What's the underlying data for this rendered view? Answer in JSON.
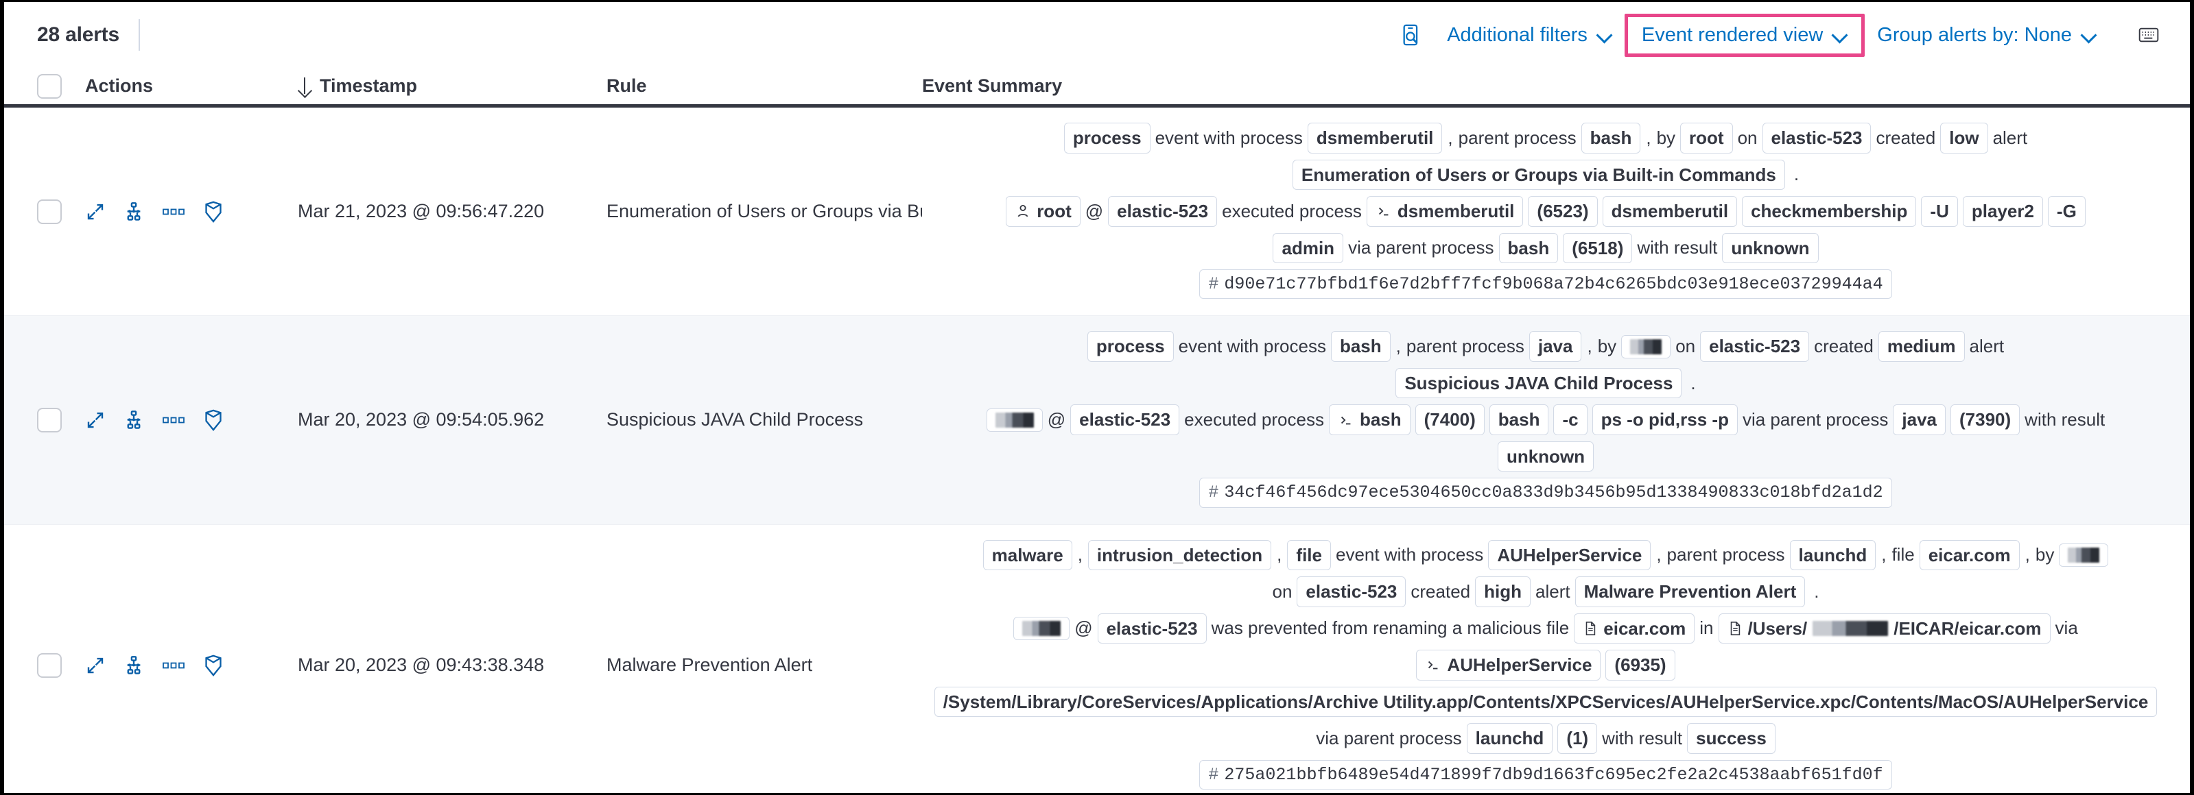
{
  "toolbar": {
    "alert_count": "28 alerts",
    "inspect_icon": "inspect-search-icon",
    "additional_filters": "Additional filters",
    "event_rendered_view": "Event rendered view",
    "group_alerts_by": "Group alerts by: None",
    "keyboard_shortcut_icon": "keyboard-icon",
    "highlight_color": "#e8468a",
    "link_color": "#0071c2"
  },
  "table": {
    "columns": {
      "select_all": "select-all-checkbox",
      "actions": "Actions",
      "timestamp": "Timestamp",
      "timestamp_sort": "descending",
      "rule": "Rule",
      "event_summary": "Event Summary"
    },
    "row_actions": [
      "expand-icon",
      "analyzer-icon",
      "more-actions-icon",
      "session-view-icon"
    ],
    "rows": [
      {
        "timestamp": "Mar 21, 2023 @ 09:56:47.220",
        "rule": "Enumeration of Users or Groups via Bui",
        "severity": "low",
        "summary_lines": [
          [
            {
              "t": "chip",
              "v": "process"
            },
            {
              "t": "txt",
              "v": "event with process"
            },
            {
              "t": "chip",
              "v": "dsmemberutil"
            },
            {
              "t": "comma",
              "v": ","
            },
            {
              "t": "txt",
              "v": "parent process"
            },
            {
              "t": "chip",
              "v": "bash"
            },
            {
              "t": "comma",
              "v": ","
            },
            {
              "t": "txt",
              "v": "by"
            },
            {
              "t": "chip",
              "v": "root"
            },
            {
              "t": "txt",
              "v": "on"
            },
            {
              "t": "chip",
              "v": "elastic-523"
            },
            {
              "t": "txt",
              "v": "created"
            },
            {
              "t": "chip",
              "v": "low"
            },
            {
              "t": "txt",
              "v": "alert"
            }
          ],
          [
            {
              "t": "chip",
              "v": "Enumeration of Users or Groups via Built-in Commands"
            },
            {
              "t": "period",
              "v": "."
            }
          ],
          [
            {
              "t": "chip",
              "v": "root",
              "icon": "user-icon"
            },
            {
              "t": "txt",
              "v": "@"
            },
            {
              "t": "chip",
              "v": "elastic-523"
            },
            {
              "t": "txt",
              "v": "executed process"
            },
            {
              "t": "chip",
              "v": "dsmemberutil",
              "icon": "console-icon"
            },
            {
              "t": "chip",
              "v": "(6523)"
            },
            {
              "t": "chip",
              "v": "dsmemberutil"
            },
            {
              "t": "chip",
              "v": "checkmembership"
            },
            {
              "t": "chip",
              "v": "-U"
            },
            {
              "t": "chip",
              "v": "player2"
            },
            {
              "t": "chip",
              "v": "-G"
            }
          ],
          [
            {
              "t": "chip",
              "v": "admin"
            },
            {
              "t": "txt",
              "v": "via parent process"
            },
            {
              "t": "chip",
              "v": "bash"
            },
            {
              "t": "chip",
              "v": "(6518)"
            },
            {
              "t": "txt",
              "v": "with result"
            },
            {
              "t": "chip",
              "v": "unknown"
            }
          ],
          [
            {
              "t": "chip-hash",
              "v": "d90e71c77bfbd1f6e7d2bff7fcf9b068a72b4c6265bdc03e918ece03729944a4"
            }
          ]
        ]
      },
      {
        "timestamp": "Mar 20, 2023 @ 09:54:05.962",
        "rule": "Suspicious JAVA Child Process",
        "severity": "medium",
        "summary_lines": [
          [
            {
              "t": "chip",
              "v": "process"
            },
            {
              "t": "txt",
              "v": "event with process"
            },
            {
              "t": "chip",
              "v": "bash"
            },
            {
              "t": "comma",
              "v": ","
            },
            {
              "t": "txt",
              "v": "parent process"
            },
            {
              "t": "chip",
              "v": "java"
            },
            {
              "t": "comma",
              "v": ","
            },
            {
              "t": "txt",
              "v": "by"
            },
            {
              "t": "chip-redact",
              "v": ""
            },
            {
              "t": "txt",
              "v": "on"
            },
            {
              "t": "chip",
              "v": "elastic-523"
            },
            {
              "t": "txt",
              "v": "created"
            },
            {
              "t": "chip",
              "v": "medium"
            },
            {
              "t": "txt",
              "v": "alert"
            }
          ],
          [
            {
              "t": "chip",
              "v": "Suspicious JAVA Child Process"
            },
            {
              "t": "period",
              "v": "."
            }
          ],
          [
            {
              "t": "chip-redact2",
              "v": ""
            },
            {
              "t": "txt",
              "v": "@"
            },
            {
              "t": "chip",
              "v": "elastic-523"
            },
            {
              "t": "txt",
              "v": "executed process"
            },
            {
              "t": "chip",
              "v": "bash",
              "icon": "console-icon"
            },
            {
              "t": "chip",
              "v": "(7400)"
            },
            {
              "t": "chip",
              "v": "bash"
            },
            {
              "t": "chip",
              "v": "-c"
            },
            {
              "t": "chip",
              "v": "ps -o pid,rss -p"
            },
            {
              "t": "txt",
              "v": "via parent process"
            },
            {
              "t": "chip",
              "v": "java"
            },
            {
              "t": "chip",
              "v": "(7390)"
            },
            {
              "t": "txt",
              "v": "with result"
            }
          ],
          [
            {
              "t": "chip",
              "v": "unknown"
            }
          ],
          [
            {
              "t": "chip-hash",
              "v": "34cf46f456dc97ece5304650cc0a833d9b3456b95d1338490833c018bfd2a1d2"
            }
          ]
        ]
      },
      {
        "timestamp": "Mar 20, 2023 @ 09:43:38.348",
        "rule": "Malware Prevention Alert",
        "severity": "high",
        "summary_lines": [
          [
            {
              "t": "chip",
              "v": "malware"
            },
            {
              "t": "comma",
              "v": ","
            },
            {
              "t": "chip",
              "v": "intrusion_detection"
            },
            {
              "t": "comma",
              "v": ","
            },
            {
              "t": "chip",
              "v": "file"
            },
            {
              "t": "txt",
              "v": "event with process"
            },
            {
              "t": "chip",
              "v": "AUHelperService"
            },
            {
              "t": "comma",
              "v": ","
            },
            {
              "t": "txt",
              "v": "parent process"
            },
            {
              "t": "chip",
              "v": "launchd"
            },
            {
              "t": "comma",
              "v": ","
            },
            {
              "t": "txt",
              "v": "file"
            },
            {
              "t": "chip",
              "v": "eicar.com"
            },
            {
              "t": "comma",
              "v": ","
            },
            {
              "t": "txt",
              "v": "by"
            },
            {
              "t": "chip-redact",
              "v": ""
            }
          ],
          [
            {
              "t": "txt",
              "v": "on"
            },
            {
              "t": "chip",
              "v": "elastic-523"
            },
            {
              "t": "txt",
              "v": "created"
            },
            {
              "t": "chip",
              "v": "high"
            },
            {
              "t": "txt",
              "v": "alert"
            },
            {
              "t": "chip",
              "v": "Malware Prevention Alert"
            },
            {
              "t": "period",
              "v": "."
            }
          ],
          [
            {
              "t": "chip-redact2",
              "v": ""
            },
            {
              "t": "txt",
              "v": "@"
            },
            {
              "t": "chip",
              "v": "elastic-523"
            },
            {
              "t": "txt",
              "v": "was prevented from renaming a malicious file"
            },
            {
              "t": "chip",
              "v": "eicar.com",
              "icon": "file-icon"
            },
            {
              "t": "txt",
              "v": "in"
            },
            {
              "t": "chip-path",
              "v": "/Users/",
              "v2": "/EICAR/eicar.com",
              "icon": "file-icon"
            },
            {
              "t": "txt",
              "v": "via"
            }
          ],
          [
            {
              "t": "chip",
              "v": "AUHelperService",
              "icon": "console-icon"
            },
            {
              "t": "chip",
              "v": "(6935)"
            }
          ],
          [
            {
              "t": "chip",
              "v": "/System/Library/CoreServices/Applications/Archive Utility.app/Contents/XPCServices/AUHelperService.xpc/Contents/MacOS/AUHelperService"
            }
          ],
          [
            {
              "t": "txt",
              "v": "via parent process"
            },
            {
              "t": "chip",
              "v": "launchd"
            },
            {
              "t": "chip",
              "v": "(1)"
            },
            {
              "t": "txt",
              "v": "with result"
            },
            {
              "t": "chip",
              "v": "success"
            }
          ],
          [
            {
              "t": "chip-hash",
              "v": "275a021bbfb6489e54d471899f7db9d1663fc695ec2fe2a2c4538aabf651fd0f"
            }
          ]
        ]
      }
    ]
  }
}
